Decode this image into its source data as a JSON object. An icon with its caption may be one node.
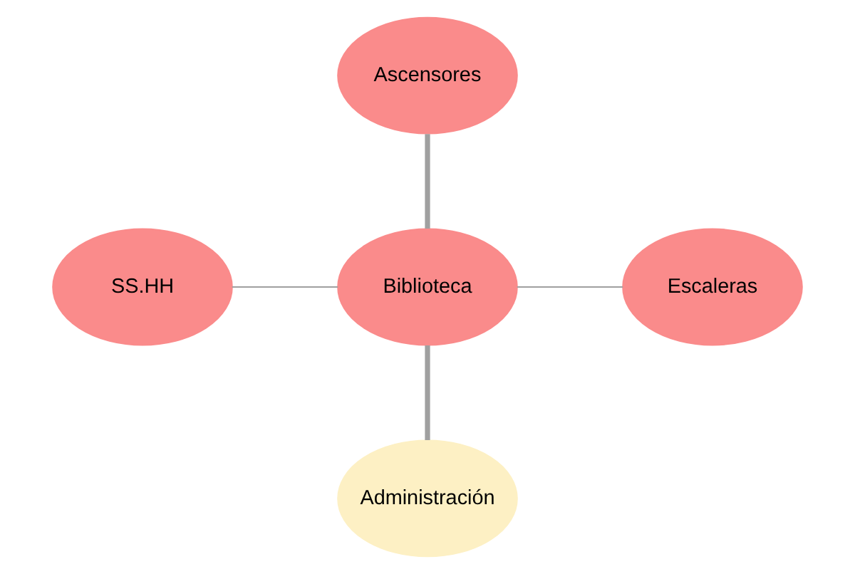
{
  "diagram": {
    "nodes": [
      {
        "text": [
          "Ascensores"
        ]
      },
      {
        "text": [
          "SS.HH"
        ]
      },
      {
        "text": [
          "Biblioteca"
        ]
      },
      {
        "text": [
          "Escaleras"
        ]
      },
      {
        "text": [
          "Administración"
        ]
      }
    ],
    "edges": [
      {
        "from": 2,
        "to": 0,
        "arrow": "none",
        "style": "thick"
      },
      {
        "from": 2,
        "to": 1,
        "arrow": "none"
      },
      {
        "from": 2,
        "to": 3,
        "arrow": "none"
      },
      {
        "from": 2,
        "to": 4,
        "arrow": "none",
        "style": "thick"
      }
    ]
  }
}
